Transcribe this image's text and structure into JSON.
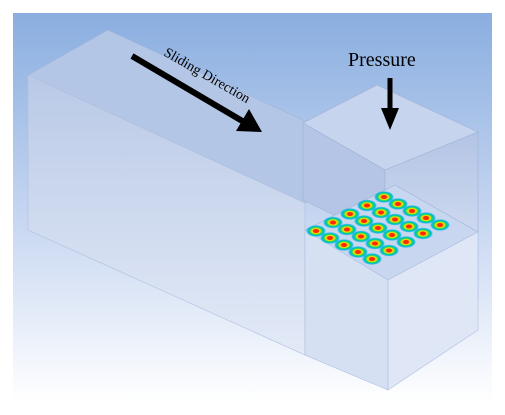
{
  "labels": {
    "sliding_direction": "Sliding Direction",
    "pressure": "Pressure"
  },
  "colors": {
    "background_top": "#8aaee0",
    "background_bottom": "#ffffff",
    "block_top_face": "#b9c9e6",
    "block_front_face": "#cfd9ee",
    "block_side_face": "#c2d0ea",
    "arrow": "#000000",
    "contact_outer": "#00b7e6",
    "contact_mid": "#19d36b",
    "contact_inner": "#f2e600",
    "contact_core": "#ff2a00"
  },
  "contact_grid": {
    "rows": 5,
    "cols": 5
  }
}
